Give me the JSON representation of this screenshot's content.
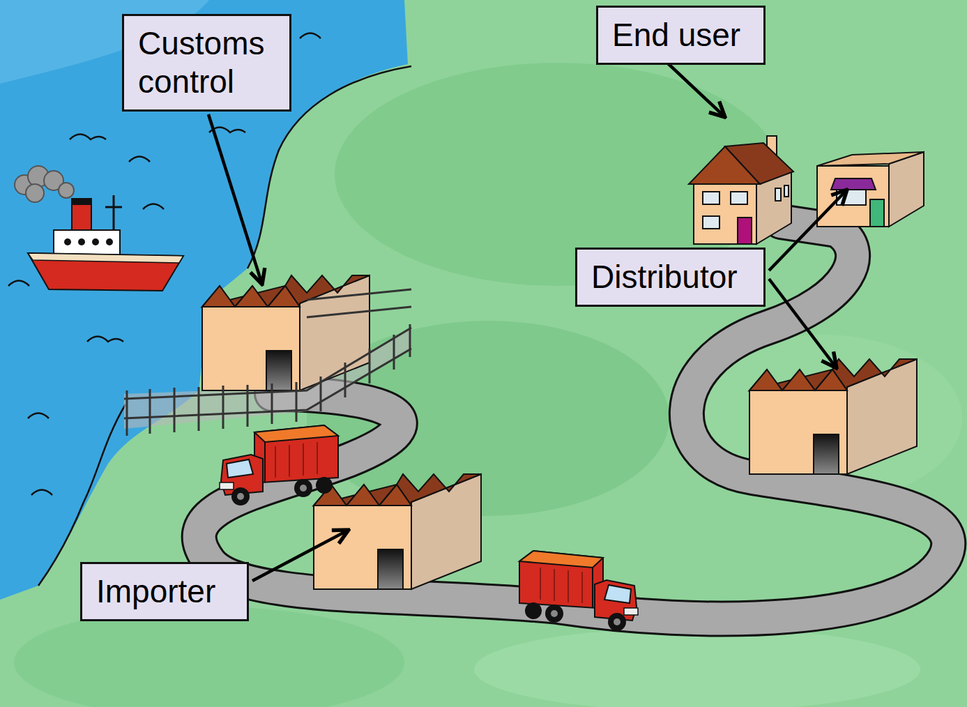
{
  "diagram": {
    "nodes": [
      {
        "text": [
          "Customs control"
        ]
      },
      {
        "text": [
          "End user"
        ]
      },
      {
        "text": [
          "Distributor"
        ]
      },
      {
        "text": [
          "Importer"
        ]
      }
    ]
  }
}
